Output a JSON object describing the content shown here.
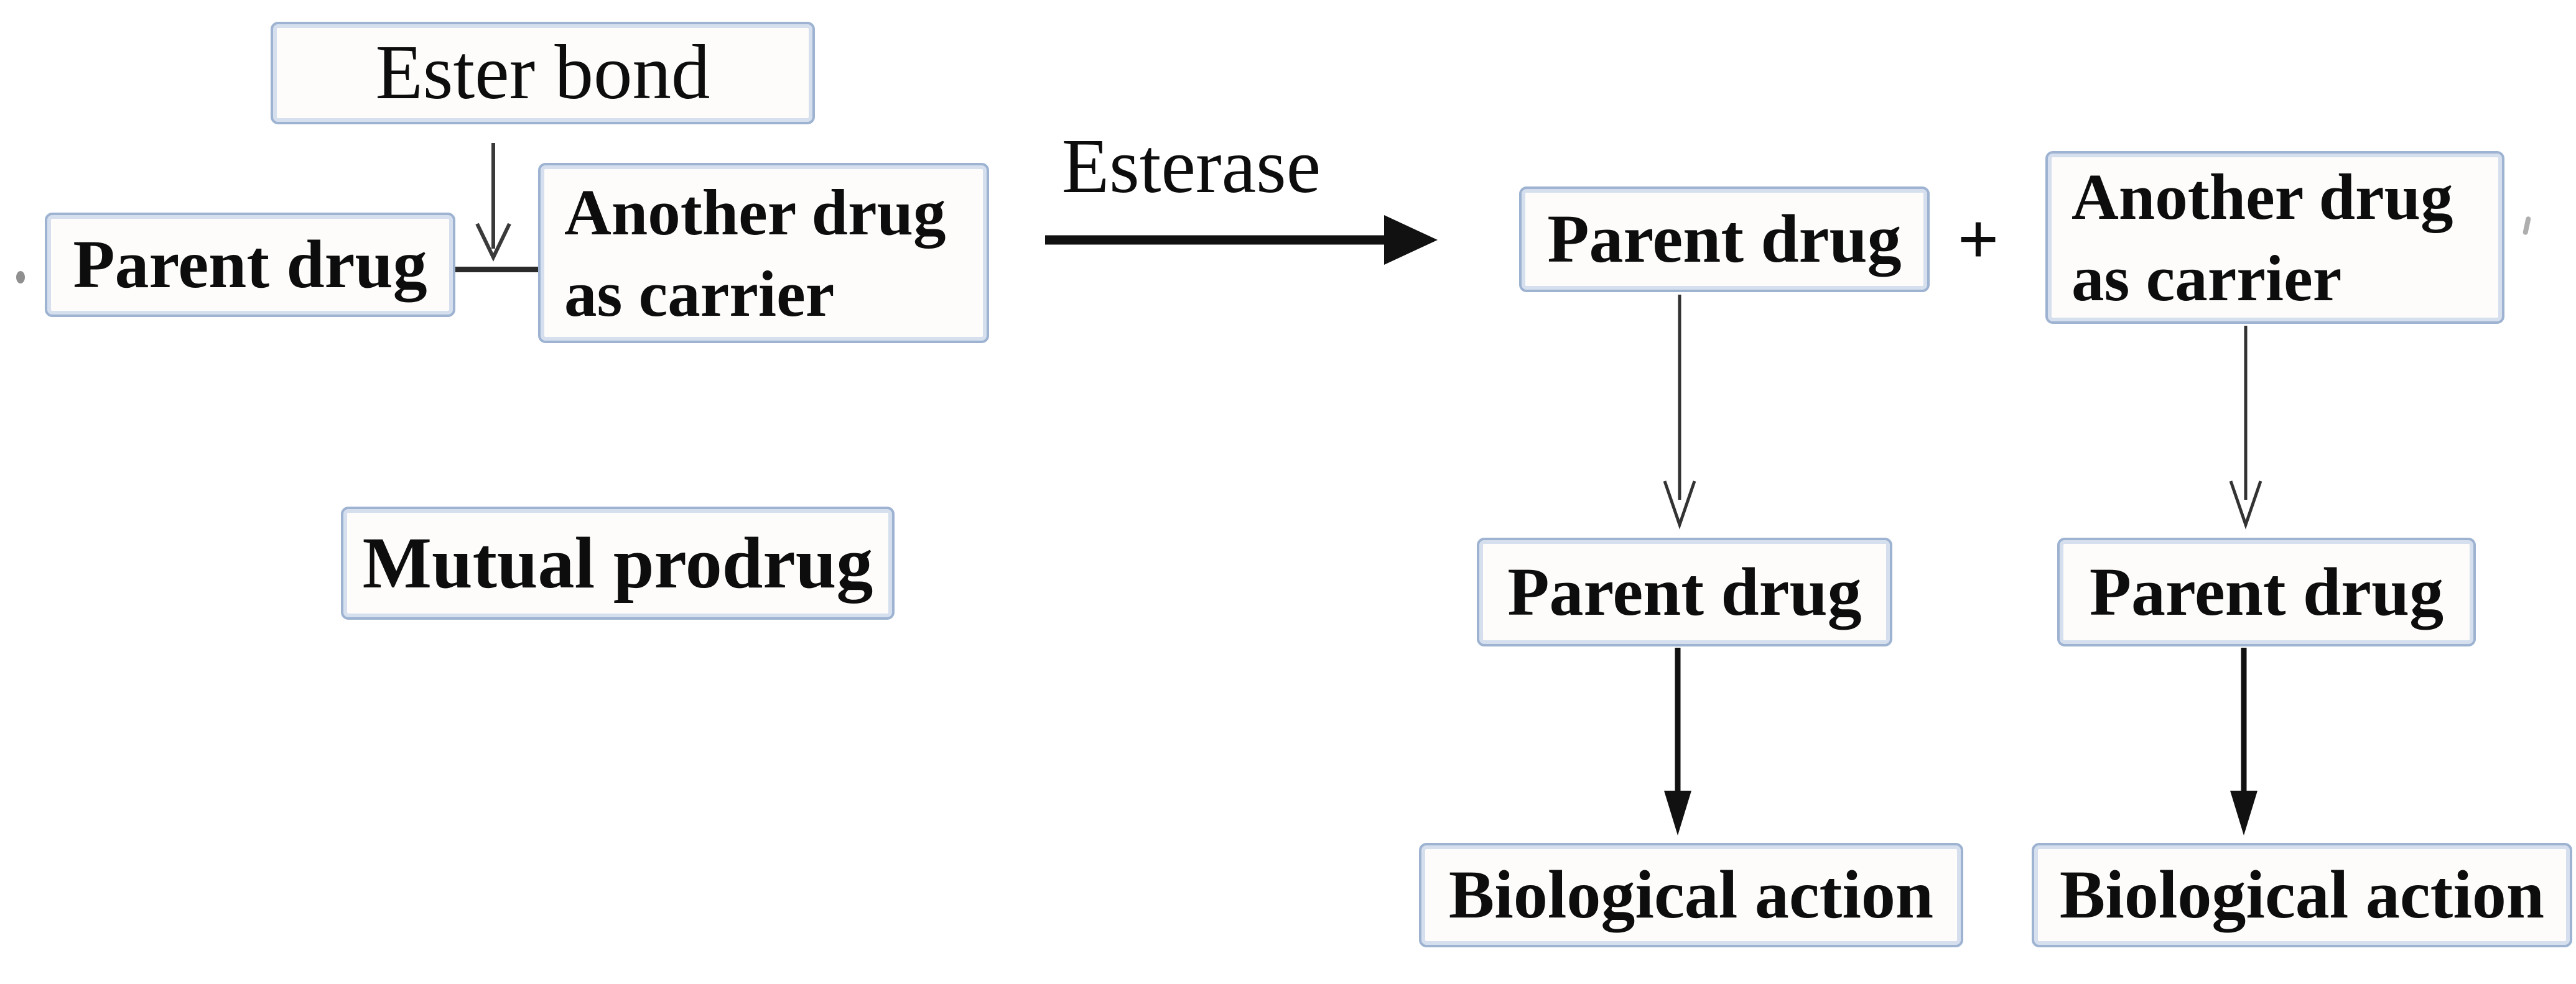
{
  "colors": {
    "background": "#ffffff",
    "box_border": "#9db3d1",
    "box_inner_band": "#d5dfee",
    "box_fill": "#fdfcfa",
    "text": "#0d0d0d",
    "solid_arrow": "#111111",
    "thin_arrow": "#333333"
  },
  "mutual_prodrug_group": {
    "ester_bond_label": "Ester bond",
    "parent_drug_label": "Parent drug",
    "carrier_label": "Another drug\nas carrier",
    "caption_label": "Mutual prodrug"
  },
  "reaction": {
    "enzyme_label": "Esterase",
    "plus_sign": "+"
  },
  "products": {
    "parent_drug_label": "Parent drug",
    "carrier_label": "Another drug\nas carrier",
    "released_parent_left_label": "Parent drug",
    "released_parent_right_label": "Parent drug",
    "biological_action_left_label": "Biological action",
    "biological_action_right_label": "Biological action"
  }
}
